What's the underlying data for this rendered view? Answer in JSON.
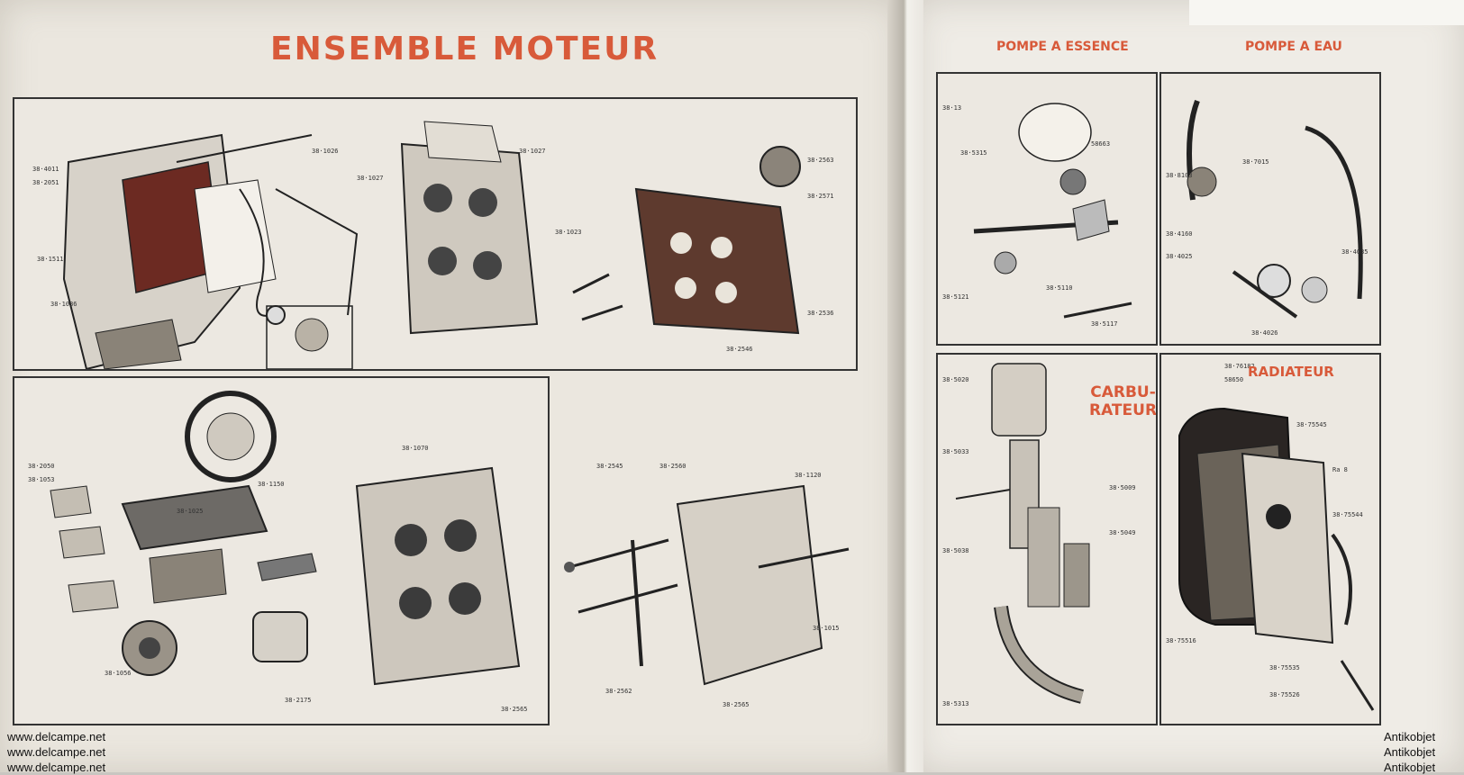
{
  "document": {
    "left_page_title": "ENSEMBLE MOTEUR",
    "right_page_titles": {
      "fuel_pump": "POMPE A ESSENCE",
      "water_pump": "POMPE A EAU"
    },
    "panel_captions": {
      "carburetor_line1": "CARBU-",
      "carburetor_line2": "RATEUR",
      "radiator": "RADIATEUR"
    }
  },
  "watermarks": {
    "left": [
      "www.delcampe.net",
      "www.delcampe.net",
      "www.delcampe.net"
    ],
    "right": [
      "Antikobjet",
      "Antikobjet",
      "Antikobjet"
    ]
  },
  "colors": {
    "accent_red": "#d85a3a",
    "paper": "#ebe7df",
    "ink": "#333333"
  }
}
